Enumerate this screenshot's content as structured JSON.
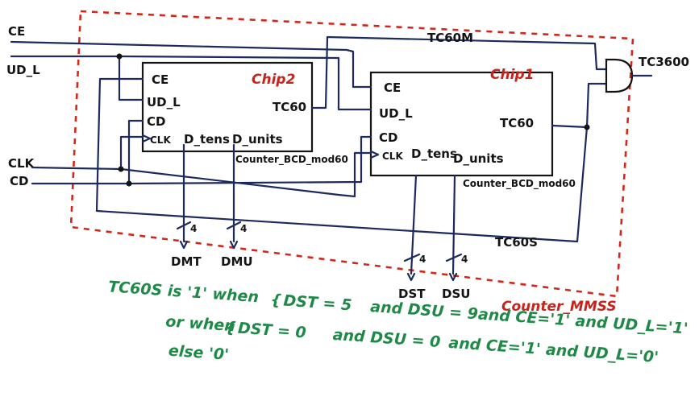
{
  "inputs": {
    "ce": "CE",
    "ud_l": "UD_L",
    "clk": "CLK",
    "cd": "CD"
  },
  "output": {
    "label": "TC3600"
  },
  "nets": {
    "tc60m": "TC60M",
    "tc60s": "TC60S"
  },
  "container_name": "Counter_MMSS",
  "chip2": {
    "name": "Chip2",
    "pins": {
      "ce": "CE",
      "ud_l": "UD_L",
      "cd": "CD",
      "clk": "CLK",
      "tc60": "TC60",
      "d_tens": "D_tens",
      "d_units": "D_units"
    },
    "type": "Counter_BCD_mod60"
  },
  "chip1": {
    "name": "Chip1",
    "pins": {
      "ce": "CE",
      "ud_l": "UD_L",
      "cd": "CD",
      "clk": "CLK",
      "tc60": "TC60",
      "d_tens": "D_tens",
      "d_units": "D_units"
    },
    "type": "Counter_BCD_mod60"
  },
  "buses": {
    "dmt": {
      "label": "DMT",
      "width": "4"
    },
    "dmu": {
      "label": "DMU",
      "width": "4"
    },
    "dst": {
      "label": "DST",
      "width": "4"
    },
    "dsu": {
      "label": "DSU",
      "width": "4"
    }
  },
  "notes": {
    "line1a": "TC60S is '1' when",
    "line1b": "DST = 5",
    "line1c": "and DSU = 9",
    "line1d": "and CE='1' and UD_L='1'",
    "line2a": "or when",
    "line2b": "DST = 0",
    "line2c": "and DSU = 0",
    "line2d": "and CE='1' and UD_L='0'",
    "line3": "else '0'"
  },
  "colors": {
    "wire": "#1c2a5e",
    "dashed_border": "#d1281c",
    "chip_name": "#c8231a",
    "note_text": "#1f8a47"
  }
}
